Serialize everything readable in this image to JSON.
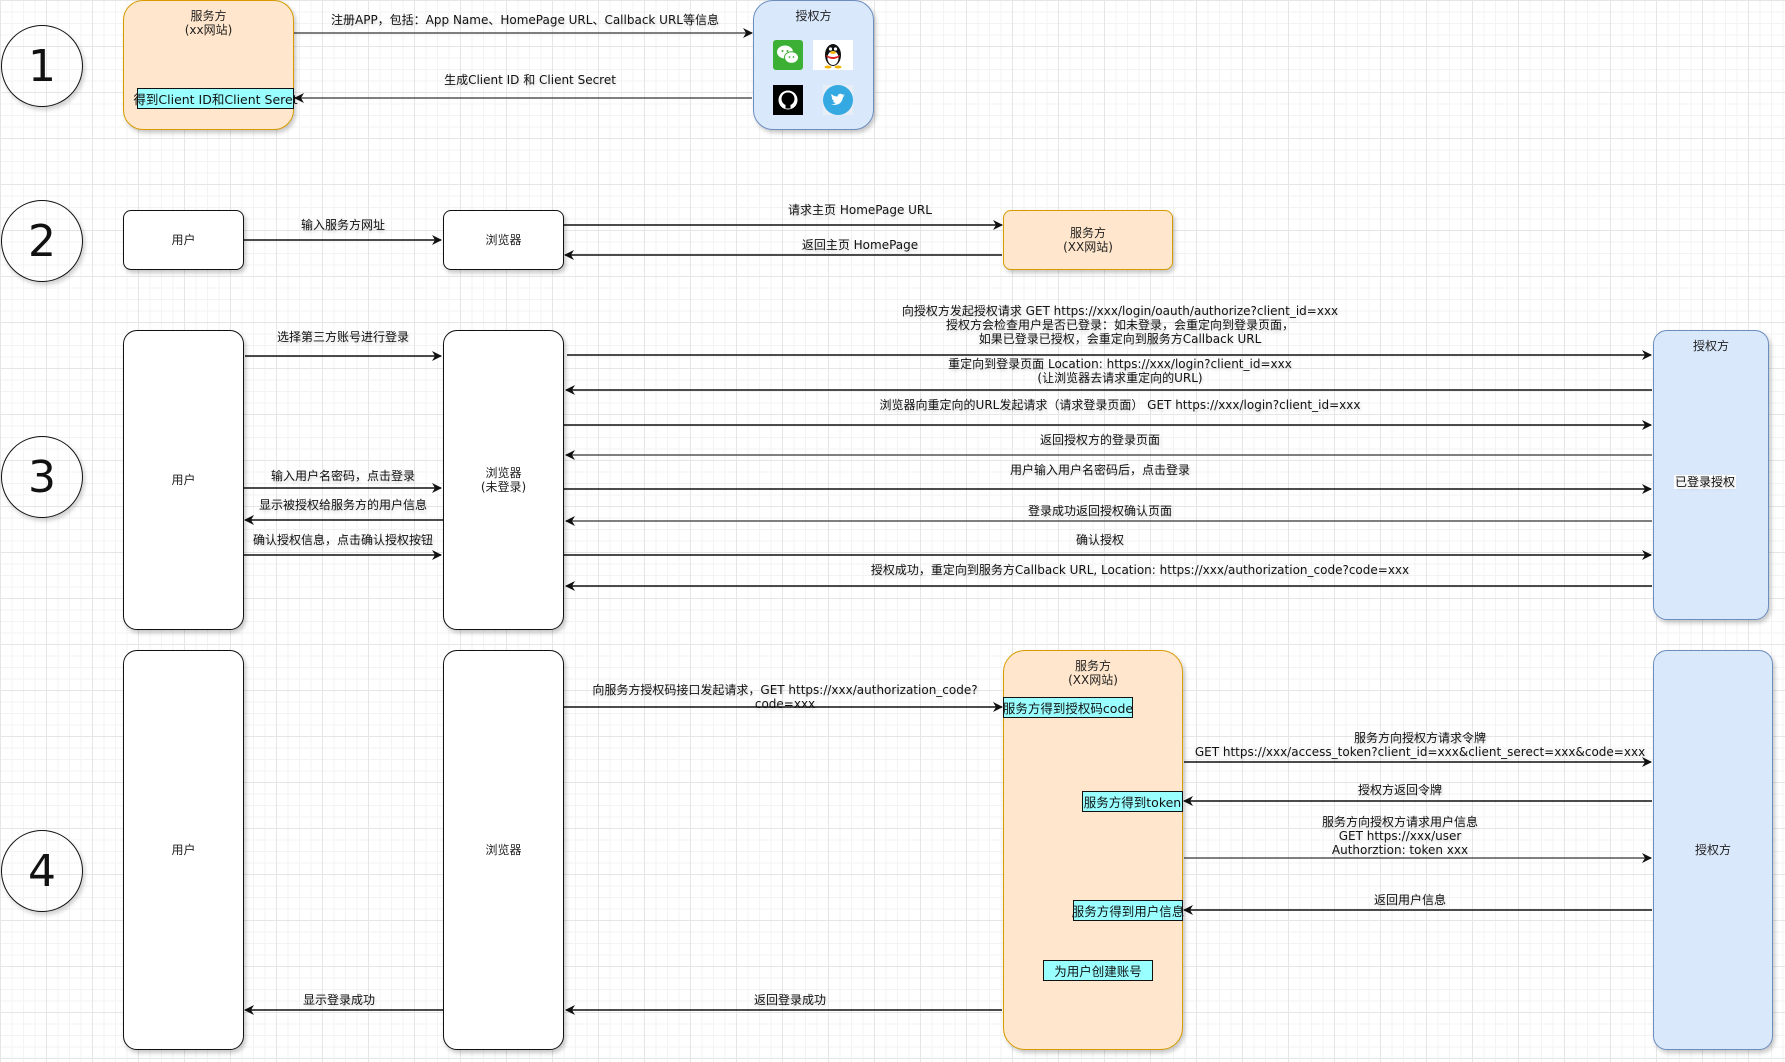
{
  "steps": [
    "1",
    "2",
    "3",
    "4"
  ],
  "step1": {
    "service": "服务方\n(xx网站)",
    "service_note": "得到Client ID和Client Seret",
    "auth": "授权方",
    "auth_icons": [
      "wechat-icon",
      "qq-icon",
      "github-icon",
      "twitter-icon"
    ],
    "msg_register": "注册APP，包括：App Name、HomePage URL、Callback URL等信息",
    "msg_generate": "生成Client ID 和 Client Secret"
  },
  "step2": {
    "user": "用户",
    "browser": "浏览器",
    "service": "服务方\n(XX网站)",
    "msg_input_url": "输入服务方网址",
    "msg_request_home": "请求主页 HomePage URL",
    "msg_return_home": "返回主页 HomePage"
  },
  "step3": {
    "user": "用户",
    "browser": "浏览器\n(未登录)",
    "auth": "授权方",
    "auth_logged_in": "已登录授权",
    "msg_select": "选择第三方账号进行登录",
    "msg_input_pwd": "输入用户名密码，点击登录",
    "msg_show_info": "显示被授权给服务方的用户信息",
    "msg_confirm": "确认授权信息，点击确认授权按钮",
    "msg_auth_request": "向授权方发起授权请求  GET https://xxx/login/oauth/authorize?client_id=xxx\n授权方会检查用户是否已登录：如未登录，会重定向到登录页面，\n如果已登录已授权，会重定向到服务方Callback URL",
    "msg_redirect_login": "重定向到登录页面  Location: https://xxx/login?client_id=xxx\n(让浏览器去请求重定向的URL)",
    "msg_browser_request": "浏览器向重定向的URL发起请求（请求登录页面）  GET https://xxx/login?client_id=xxx",
    "msg_return_login": "返回授权方的登录页面",
    "msg_user_login": "用户输入用户名密码后，点击登录",
    "msg_login_success": "登录成功返回授权确认页面",
    "msg_confirm_auth": "确认授权",
    "msg_auth_success": "授权成功，重定向到服务方Callback URL,    Location: https://xxx/authorization_code?code=xxx"
  },
  "step4": {
    "user": "用户",
    "browser": "浏览器",
    "service": "服务方\n(XX网站)",
    "auth": "授权方",
    "note_code": "服务方得到授权码code",
    "note_token": "服务方得到token",
    "note_userinfo": "服务方得到用户信息",
    "note_create": "为用户创建账号",
    "msg_code_request": "向服务方授权码接口发起请求，GET https://xxx/authorization_code?code=xxx",
    "msg_token_request": "服务方向授权方请求令牌\nGET https://xxx/access_token?client_id=xxx&client_serect=xxx&code=xxx",
    "msg_token_return": "授权方返回令牌",
    "msg_user_request": "服务方向授权方请求用户信息\nGET https://xxx/user\nAuthorztion: token xxx",
    "msg_user_return": "返回用户信息",
    "msg_login_ok": "返回登录成功",
    "msg_show_ok": "显示登录成功"
  }
}
